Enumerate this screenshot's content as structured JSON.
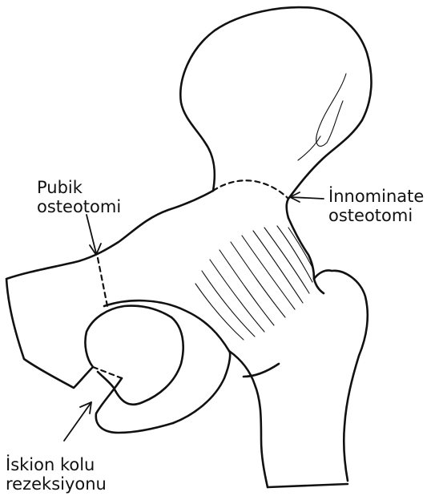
{
  "labels": {
    "pubic_osteotomy": {
      "line1": "Pubik",
      "line2": "osteotomi"
    },
    "innominate_osteotomy": {
      "line1": "İnnominate",
      "line2": "osteotomi"
    },
    "ischial_resection": {
      "line1": "İskion kolu",
      "line2": "rezeksiyonu"
    }
  },
  "colors": {
    "ink": "#111111",
    "background": "#ffffff"
  }
}
